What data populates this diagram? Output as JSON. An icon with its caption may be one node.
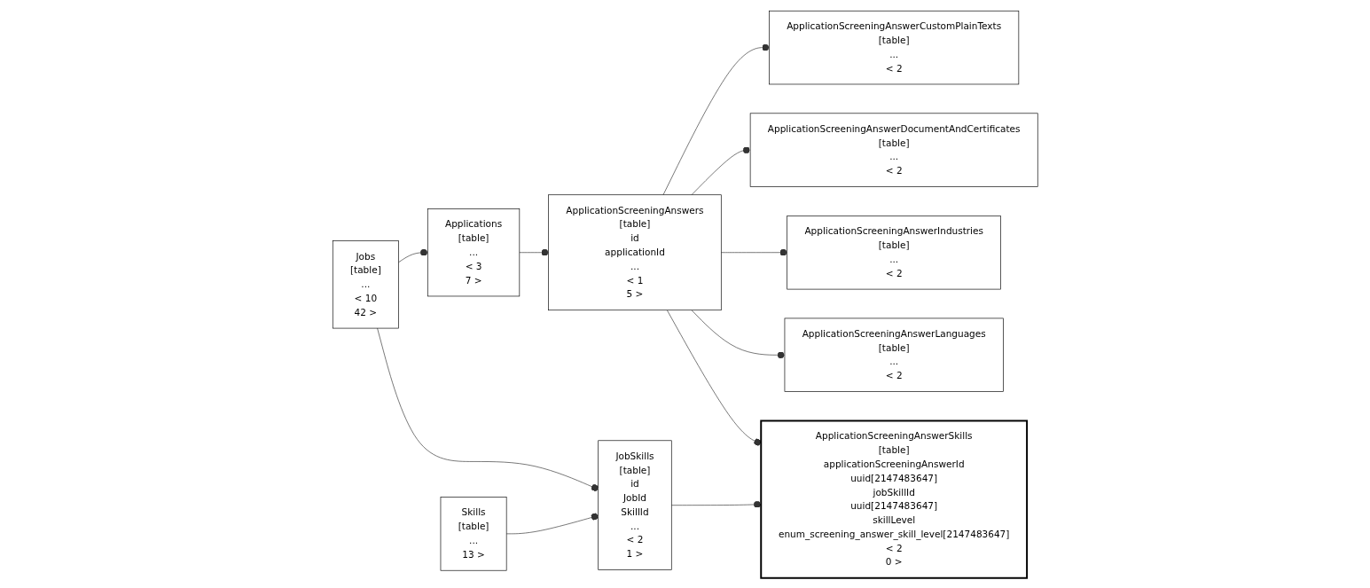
{
  "diagram": {
    "nodes": [
      {
        "text": [
          "Jobs",
          "[table]",
          "...",
          "< 10",
          "42 >"
        ]
      },
      {
        "text": [
          "Applications",
          "[table]",
          "...",
          "< 3",
          "7 >"
        ]
      },
      {
        "text": [
          "Skills",
          "[table]",
          "...",
          "13 >"
        ]
      },
      {
        "text": [
          "ApplicationScreeningAnswers",
          "[table]",
          "id",
          "applicationId",
          "...",
          "< 1",
          "5 >"
        ]
      },
      {
        "text": [
          "JobSkills",
          "[table]",
          "id",
          "JobId",
          "SkillId",
          "...",
          "< 2",
          "1 >"
        ]
      },
      {
        "text": [
          "ApplicationScreeningAnswerCustomPlainTexts",
          "[table]",
          "...",
          "< 2"
        ]
      },
      {
        "text": [
          "ApplicationScreeningAnswerDocumentAndCertificates",
          "[table]",
          "...",
          "< 2"
        ]
      },
      {
        "text": [
          "ApplicationScreeningAnswerIndustries",
          "[table]",
          "...",
          "< 2"
        ]
      },
      {
        "text": [
          "ApplicationScreeningAnswerLanguages",
          "[table]",
          "...",
          "< 2"
        ]
      },
      {
        "text": [
          "ApplicationScreeningAnswerSkills",
          "[table]",
          "applicationScreeningAnswerId",
          "uuid[2147483647]",
          "jobSkillId",
          "uuid[2147483647]",
          "skillLevel",
          "enum_screening_answer_skill_level[2147483647]",
          "< 2",
          "0 >"
        ]
      }
    ],
    "edges": [
      {
        "from": 0,
        "to": 1,
        "arrow": "other"
      },
      {
        "from": 1,
        "to": 3,
        "arrow": "other"
      },
      {
        "from": 0,
        "to": 4,
        "arrow": "other"
      },
      {
        "from": 2,
        "to": 4,
        "arrow": "other"
      },
      {
        "from": 3,
        "to": 5,
        "arrow": "other"
      },
      {
        "from": 3,
        "to": 6,
        "arrow": "other"
      },
      {
        "from": 3,
        "to": 7,
        "arrow": "other"
      },
      {
        "from": 3,
        "to": 8,
        "arrow": "other"
      },
      {
        "from": 3,
        "to": 9,
        "arrow": "other"
      },
      {
        "from": 4,
        "to": 9,
        "arrow": "other"
      }
    ]
  }
}
